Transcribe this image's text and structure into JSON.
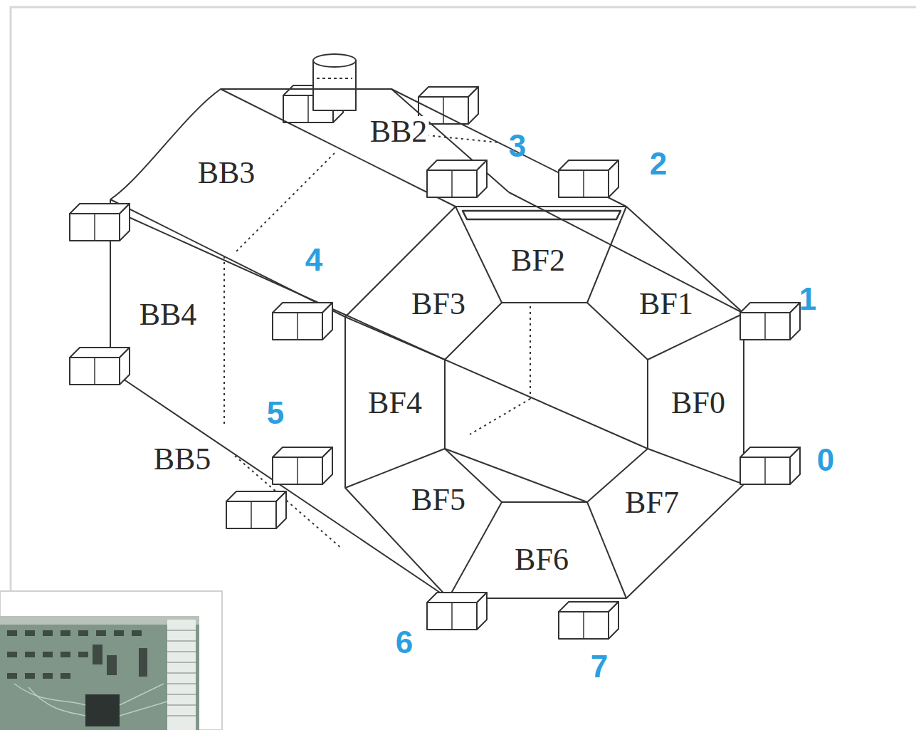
{
  "diagram": {
    "labels": [
      "3",
      "BB2",
      "2",
      "BB3",
      "BF2",
      "4",
      "1",
      "BF3",
      "BF1",
      "BB4",
      "BF4",
      "BF0",
      "5",
      "0",
      "BB5",
      "BF5",
      "BF7",
      "BF6",
      "6",
      "7"
    ]
  }
}
